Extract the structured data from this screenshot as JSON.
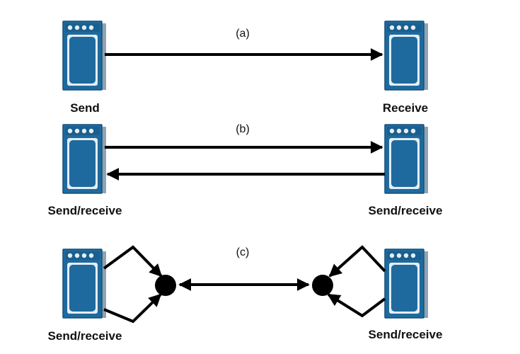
{
  "colors": {
    "device_body": "#1e6a9e",
    "device_edge": "#174f78",
    "device_shade": "#8fa3b3",
    "device_light": "#e6eef5",
    "line": "#000000"
  },
  "sections": {
    "a": {
      "label": "(a)",
      "left_label": "Send",
      "right_label": "Receive"
    },
    "b": {
      "label": "(b)",
      "left_label": "Send/receive",
      "right_label": "Send/receive"
    },
    "c": {
      "label": "(c)",
      "left_label": "Send/receive",
      "right_label": "Send/receive"
    }
  }
}
